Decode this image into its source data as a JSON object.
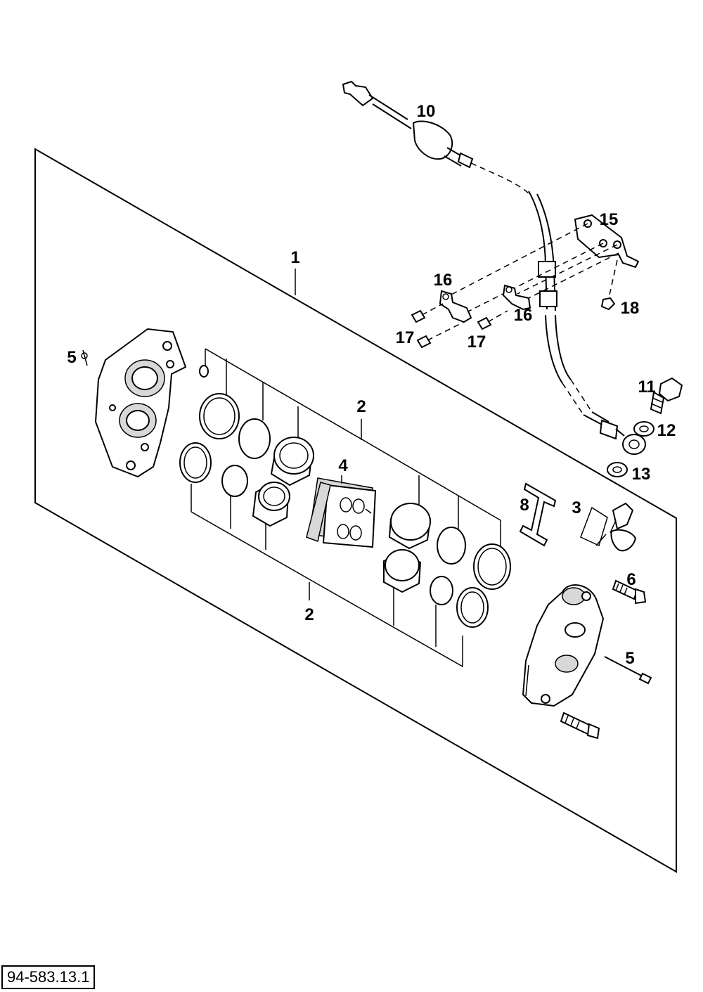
{
  "drawing_code": "94-583.13.1",
  "callouts": {
    "c1": "1",
    "c2a": "2",
    "c2b": "2",
    "c3": "3",
    "c4": "4",
    "c5a": "5",
    "c5b": "5",
    "c6": "6",
    "c8": "8",
    "c10": "10",
    "c11": "11",
    "c12": "12",
    "c13": "13",
    "c15": "15",
    "c16a": "16",
    "c16b": "16",
    "c17a": "17",
    "c17b": "17",
    "c18": "18"
  }
}
